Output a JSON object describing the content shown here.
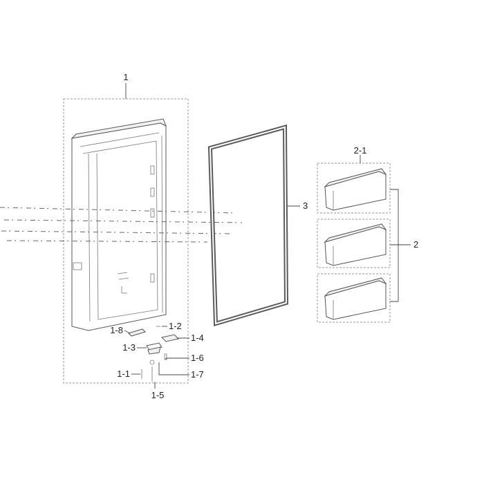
{
  "callouts": {
    "door_assembly": "1",
    "part_1_1": "1-1",
    "part_1_2": "1-2",
    "part_1_3": "1-3",
    "part_1_4": "1-4",
    "part_1_5": "1-5",
    "part_1_6": "1-6",
    "part_1_7": "1-7",
    "part_1_8": "1-8",
    "gasket": "3",
    "guard_group": "2",
    "guard_single": "2-1"
  },
  "colors": {
    "line": "#555555",
    "dash": "#9a9a9a",
    "text": "#222222"
  }
}
